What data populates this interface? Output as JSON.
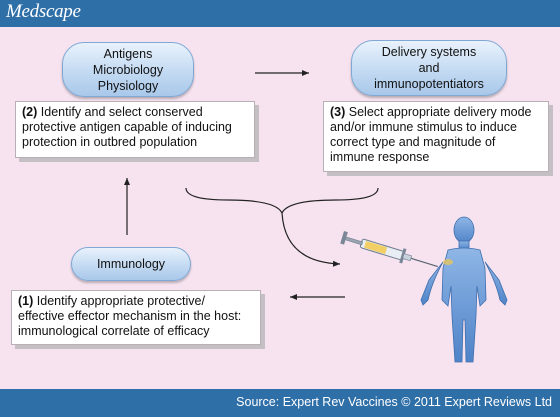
{
  "header": {
    "brand": "Medscape"
  },
  "diagram": {
    "pill_antigens": [
      "Antigens",
      "Microbiology",
      "Physiology"
    ],
    "pill_delivery": [
      "Delivery systems",
      "and",
      "immunopotentiators"
    ],
    "pill_immunology": "Immunology",
    "step2": {
      "num": "(2)",
      "text": "Identify and select conserved protective antigen capable of inducing protection in outbred population"
    },
    "step3": {
      "num": "(3)",
      "text": "Select appropriate delivery mode and/or immune stimulus to induce correct type and magnitude of immune response"
    },
    "step1": {
      "num": "(1)",
      "text": "Identify appropriate protective/ effective effector mechanism in the host: immunological correlate of efficacy"
    }
  },
  "footer": {
    "source": "Source: Expert Rev Vaccines © 2011 Expert Reviews Ltd"
  },
  "colors": {
    "bar": "#2f6fa8",
    "panel": "#f6e3ef",
    "pill": "#b9d3ee",
    "figure": "#5c8fd0"
  }
}
